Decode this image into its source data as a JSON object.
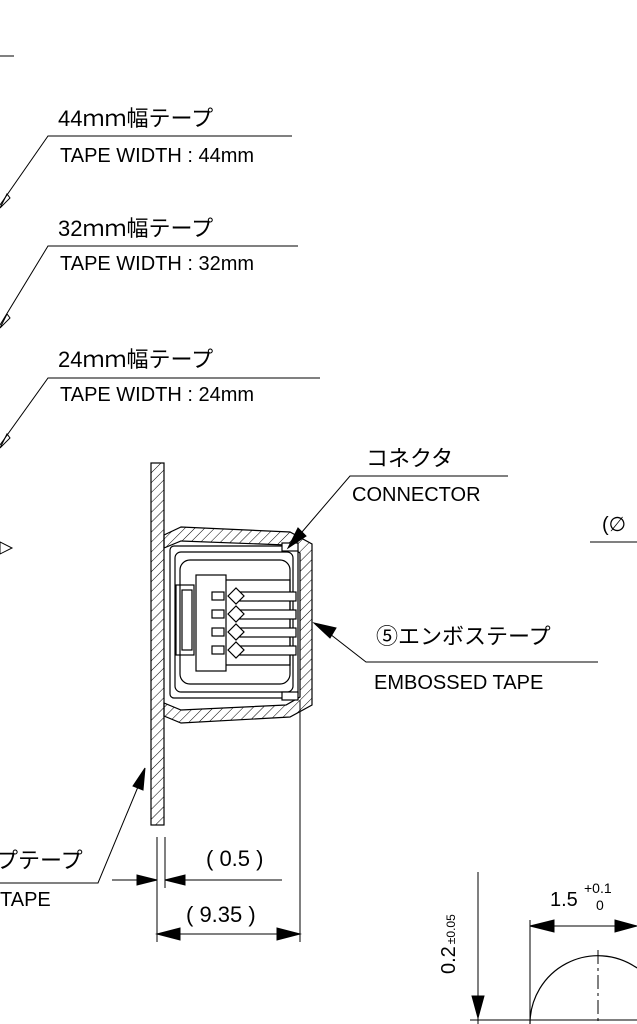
{
  "callouts": {
    "tape44_jp": "44ｍｍ幅テープ",
    "tape44_en": "TAPE WIDTH : 44mm",
    "tape32_jp": "32ｍｍ幅テープ",
    "tape32_en": "TAPE WIDTH : 32mm",
    "tape24_jp": "24ｍｍ幅テープ",
    "tape24_en": "TAPE WIDTH : 24mm",
    "connector_jp": "コネクタ",
    "connector_en": "CONNECTOR",
    "embossed_jp": "⑤エンボステープ",
    "embossed_en": "EMBOSSED TAPE",
    "cover_jp_partial": "プテープ",
    "cover_en_partial": "TAPE",
    "diameter_partial": "(∅"
  },
  "dimensions": {
    "gap": "( 0.5 )",
    "depth": "( 9.35 )",
    "thickness": "0.2",
    "thickness_tol": "±0.05",
    "hole_pitch": "1.5",
    "hole_tol_upper": "+0.1",
    "hole_tol_lower": "0"
  }
}
